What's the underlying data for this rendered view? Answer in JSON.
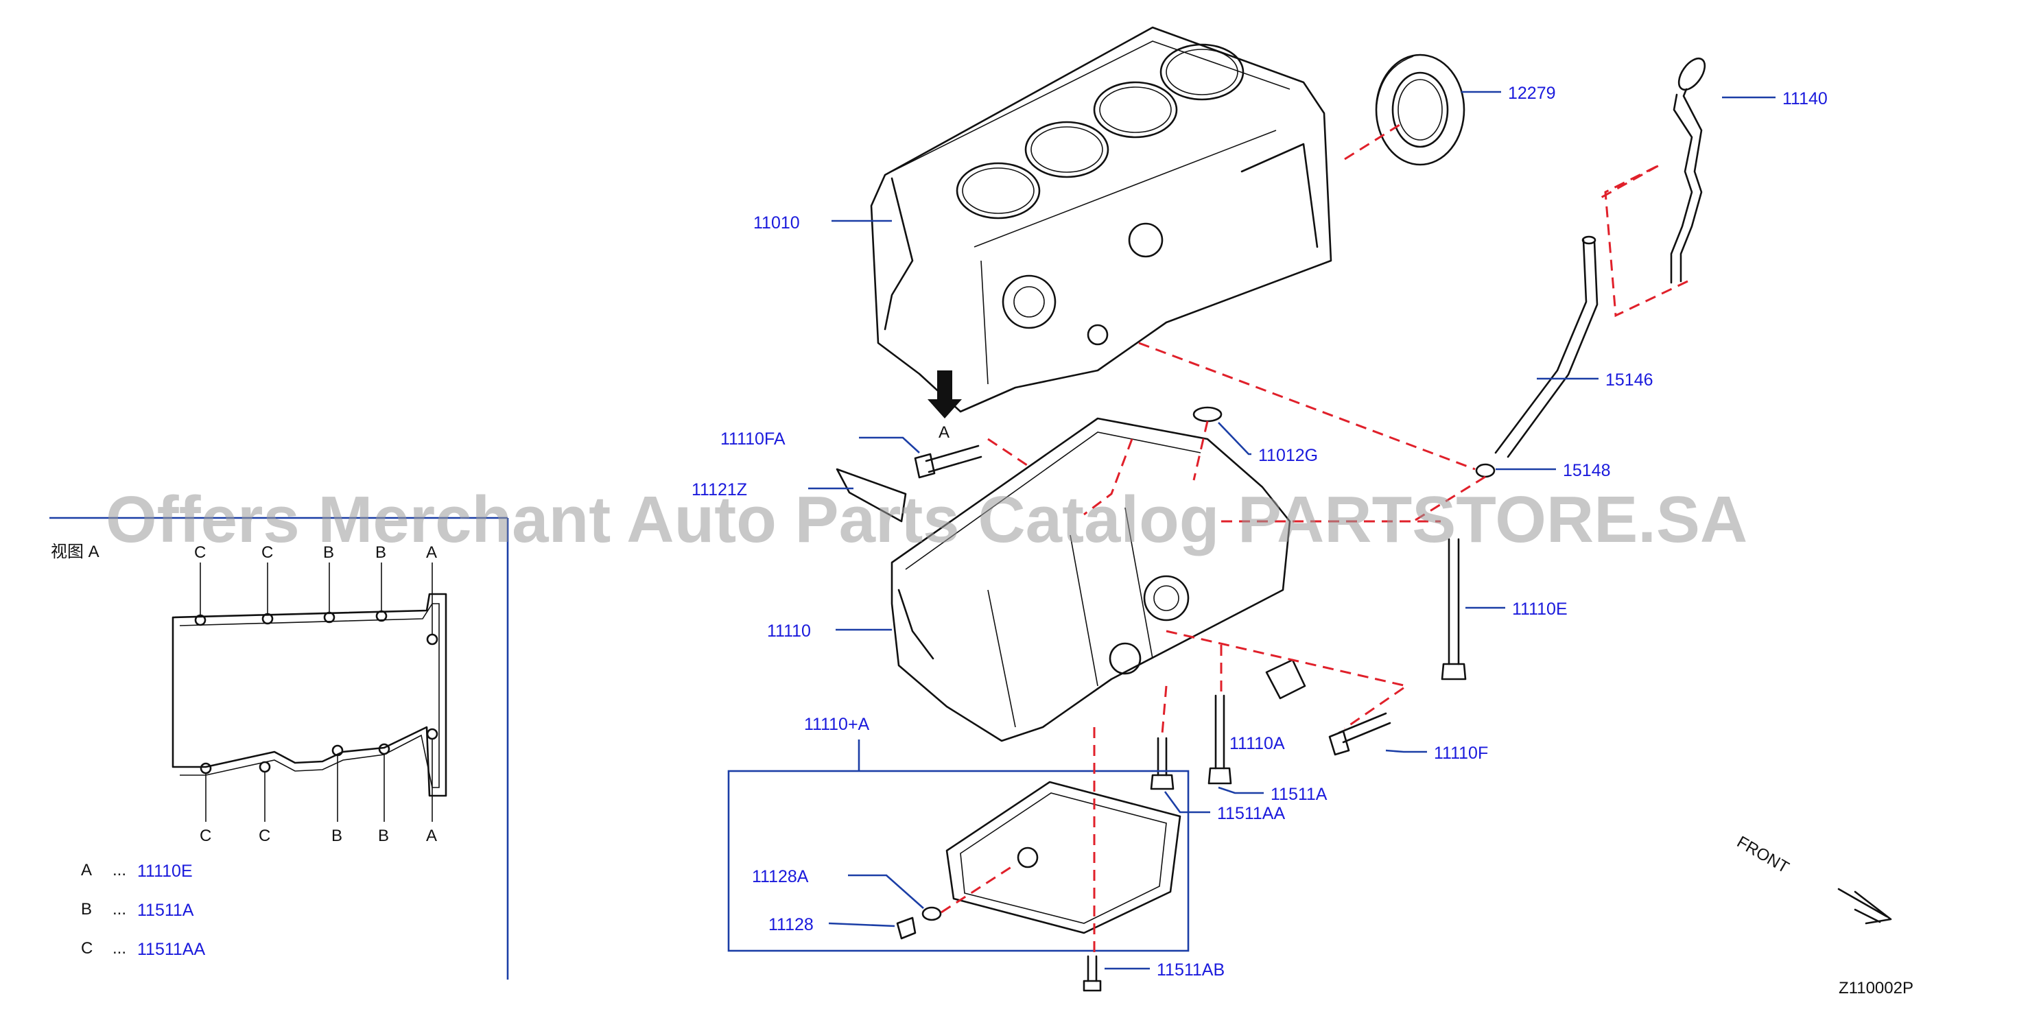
{
  "diagram_id": "Z110002P",
  "watermark": "Offers Merchant Auto Parts Catalog PARTSTORE.SA",
  "front_label": "FRONT",
  "view_a": {
    "title": "视图 A",
    "top_markers": [
      "C",
      "C",
      "B",
      "B",
      "A"
    ],
    "bottom_markers": [
      "C",
      "C",
      "B",
      "B",
      "A"
    ],
    "legend": [
      {
        "key": "A",
        "sep": "...",
        "part": "11110E"
      },
      {
        "key": "B",
        "sep": "...",
        "part": "11511A"
      },
      {
        "key": "C",
        "sep": "...",
        "part": "11511AA"
      }
    ]
  },
  "arrow_label": "A",
  "parts": {
    "p11010": "11010",
    "p12279": "12279",
    "p11140": "11140",
    "p15146": "15146",
    "p15148": "15148",
    "p11110FA": "11110FA",
    "p11012G": "11012G",
    "p11121Z": "11121Z",
    "p11110": "11110",
    "p11110E": "11110E",
    "p11110F": "11110F",
    "p11110A": "11110A",
    "p11511A": "11511A",
    "p11511AA": "11511AA",
    "p11110plusA": "11110+A",
    "p11128A": "11128A",
    "p11128": "11128",
    "p11511AB": "11511AB"
  },
  "colors": {
    "callout_text": "#1a1adc",
    "leader_line": "#1b3ea6",
    "dashed_line": "#e0202a",
    "part_outline": "#111111"
  }
}
